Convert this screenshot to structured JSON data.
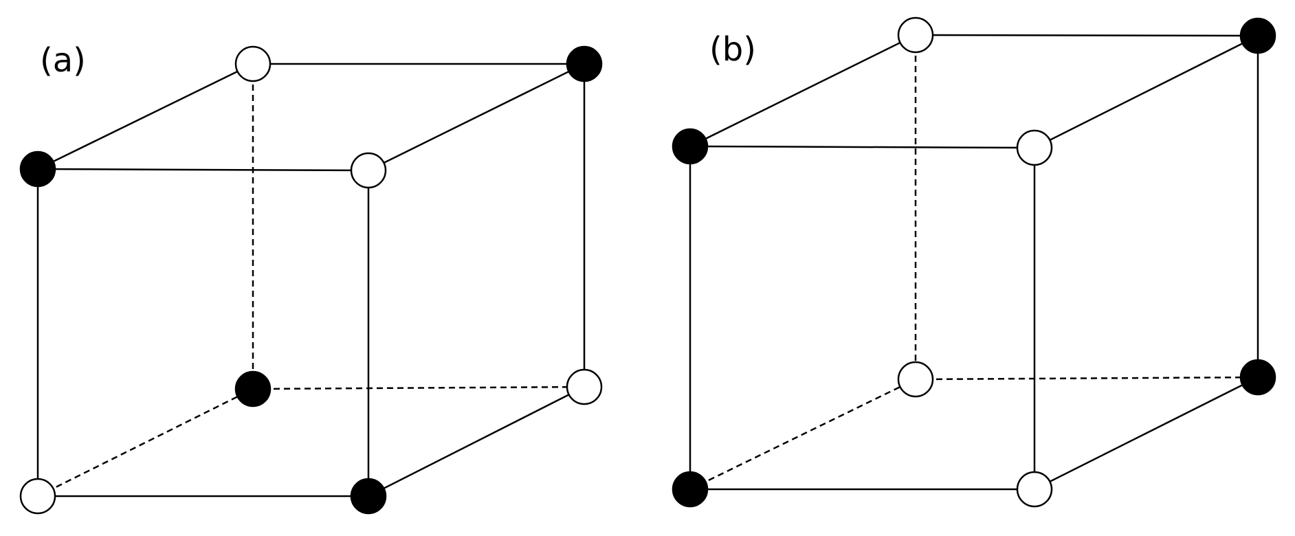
{
  "colors": {
    "filled": "#000000",
    "open": "#ffffff",
    "stroke": "#000000"
  },
  "panels": [
    {
      "label": "(a)",
      "vertices": {
        "front_top_left": "filled",
        "front_top_right": "open",
        "front_bottom_left": "open",
        "front_bottom_right": "filled",
        "back_top_left": "open",
        "back_top_right": "filled",
        "back_bottom_left": "filled",
        "back_bottom_right": "open"
      }
    },
    {
      "label": "(b)",
      "vertices": {
        "front_top_left": "filled",
        "front_top_right": "open",
        "front_bottom_left": "filled",
        "front_bottom_right": "open",
        "back_top_left": "open",
        "back_top_right": "filled",
        "back_bottom_left": "open",
        "back_bottom_right": "filled"
      }
    }
  ]
}
